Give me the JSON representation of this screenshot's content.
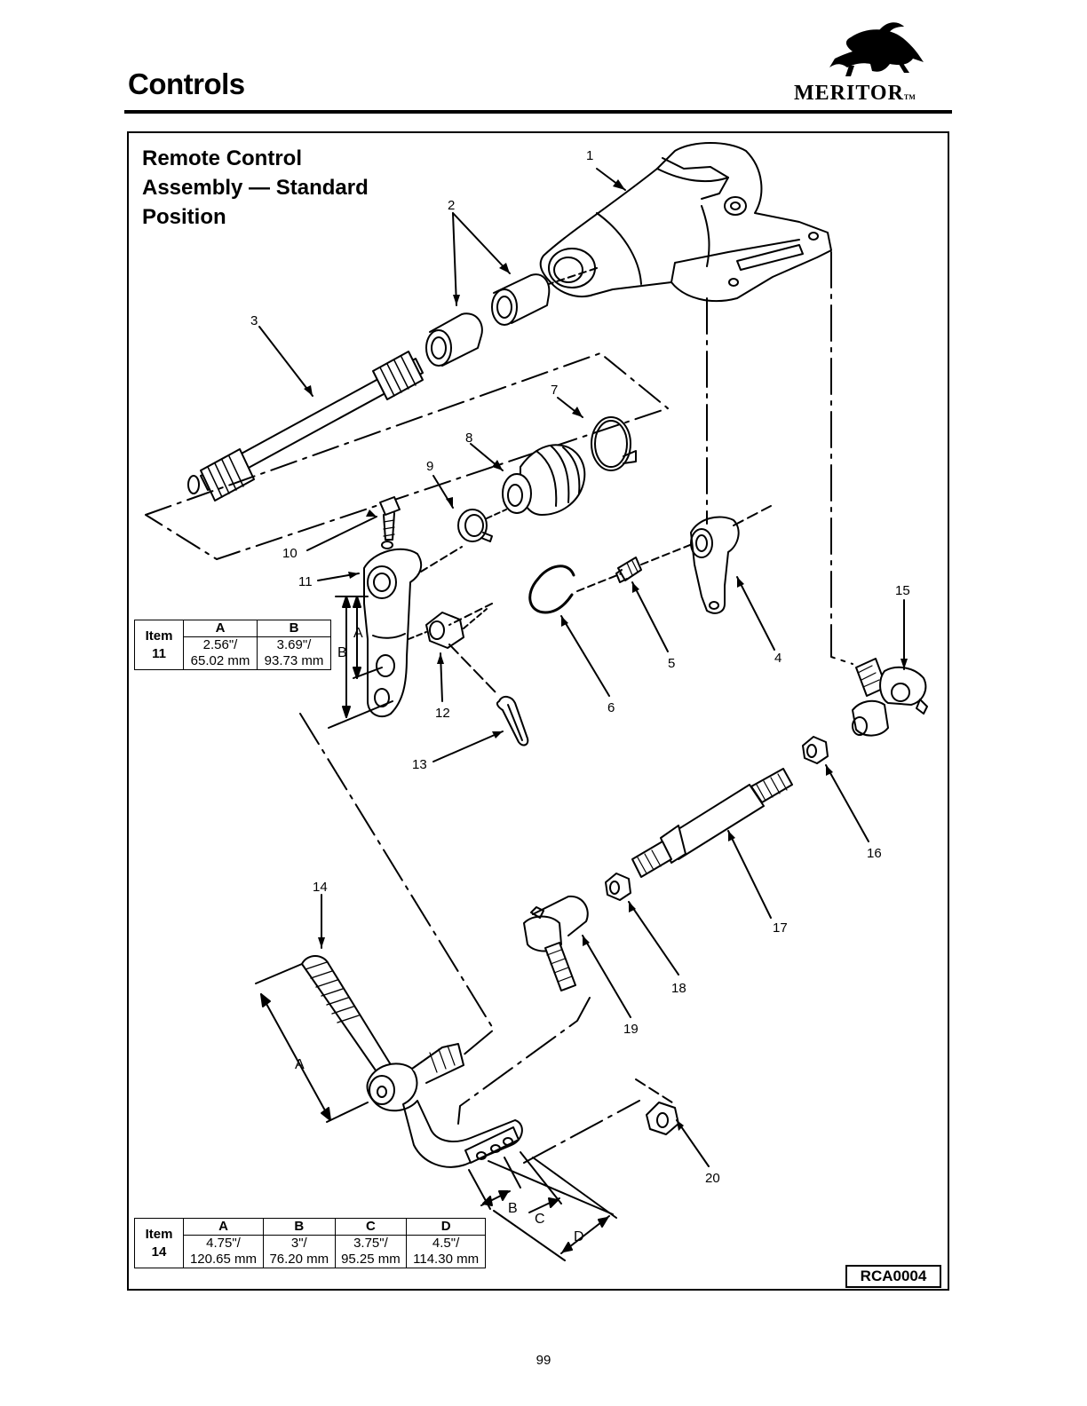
{
  "header": {
    "section_title": "Controls",
    "brand_name": "MERITOR",
    "brand_tm": "TM",
    "brand_logo": "bull-logo-icon"
  },
  "figure": {
    "title_lines": [
      "Remote Control",
      "Assembly — Standard",
      "Position"
    ],
    "callouts": [
      "1",
      "2",
      "3",
      "4",
      "5",
      "6",
      "7",
      "8",
      "9",
      "10",
      "11",
      "12",
      "13",
      "14",
      "15",
      "16",
      "17",
      "18",
      "19",
      "20"
    ],
    "dim_labels": {
      "a": "A",
      "b": "B",
      "c": "C",
      "d": "D"
    },
    "code": "RCA0004"
  },
  "table_item11": {
    "item_label": "Item",
    "item_number": "11",
    "headers": [
      "A",
      "B"
    ],
    "row1": [
      "2.56\"/",
      "3.69\"/"
    ],
    "row2": [
      "65.02 mm",
      "93.73 mm"
    ]
  },
  "table_item14": {
    "item_label": "Item",
    "item_number": "14",
    "headers": [
      "A",
      "B",
      "C",
      "D"
    ],
    "row1": [
      "4.75\"/",
      "3\"/",
      "3.75\"/",
      "4.5\"/"
    ],
    "row2": [
      "120.65 mm",
      "76.20 mm",
      "95.25 mm",
      "114.30 mm"
    ]
  },
  "footer": {
    "page_number": "99"
  }
}
